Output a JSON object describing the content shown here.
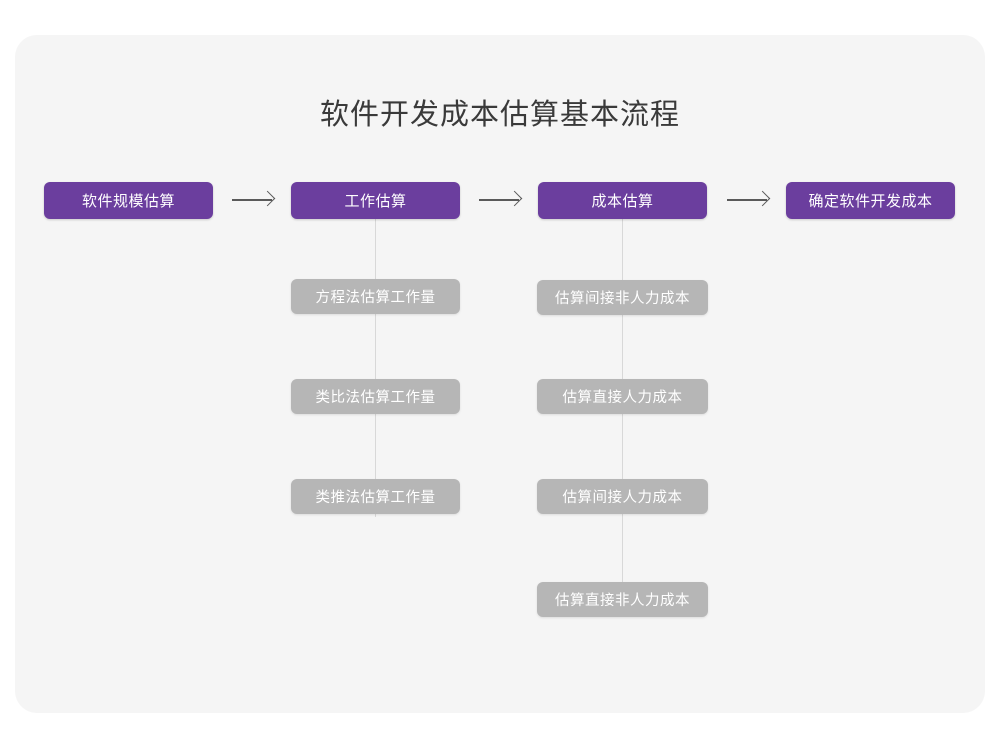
{
  "diagram": {
    "title": "软件开发成本估算基本流程",
    "colors": {
      "canvas": "#ffffff",
      "card": "#f5f5f5",
      "primary_node": "#6b3e9e",
      "secondary_node": "#b6b6b6",
      "node_text": "#ffffff",
      "title_text": "#3a3a3a",
      "arrow": "#5a5a5a",
      "rail": "#d8d8d8"
    },
    "main_flow": [
      {
        "id": "step-1",
        "label": "软件规模估算"
      },
      {
        "id": "step-2",
        "label": "工作估算"
      },
      {
        "id": "step-3",
        "label": "成本估算"
      },
      {
        "id": "step-4",
        "label": "确定软件开发成本"
      }
    ],
    "arrows": [
      {
        "id": "arrow-1",
        "glyph": "→"
      },
      {
        "id": "arrow-2",
        "glyph": "→"
      },
      {
        "id": "arrow-3",
        "glyph": "→"
      }
    ],
    "branches": [
      {
        "parent": "工作估算",
        "items": [
          {
            "label": "方程法估算工作量"
          },
          {
            "label": "类比法估算工作量"
          },
          {
            "label": "类推法估算工作量"
          }
        ]
      },
      {
        "parent": "成本估算",
        "items": [
          {
            "label": "估算间接非人力成本"
          },
          {
            "label": "估算直接人力成本"
          },
          {
            "label": "估算间接人力成本"
          },
          {
            "label": "估算直接非人力成本"
          }
        ]
      }
    ]
  }
}
